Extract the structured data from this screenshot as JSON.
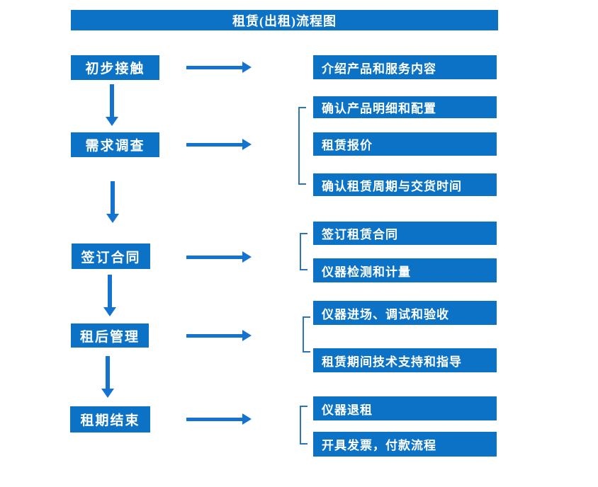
{
  "title": "租赁(出租)流程图",
  "colors": {
    "box_fill": "#0C72C6",
    "arrow": "#1373CE",
    "bracket": "#2E75B6",
    "text": "#FFFFFF",
    "background": "#FFFFFF"
  },
  "steps": [
    {
      "label": "初步接触",
      "details": [
        "介绍产品和服务内容"
      ]
    },
    {
      "label": "需求调查",
      "details": [
        "确认产品明细和配置",
        "租赁报价",
        "确认租赁周期与交货时间"
      ]
    },
    {
      "label": "签订合同",
      "details": [
        "签订租赁合同",
        "仪器检测和计量"
      ]
    },
    {
      "label": "租后管理",
      "details": [
        "仪器进场、调试和验收",
        "租赁期间技术支持和指导"
      ]
    },
    {
      "label": "租期结束",
      "details": [
        "仪器退租",
        "开具发票，付款流程"
      ]
    }
  ]
}
